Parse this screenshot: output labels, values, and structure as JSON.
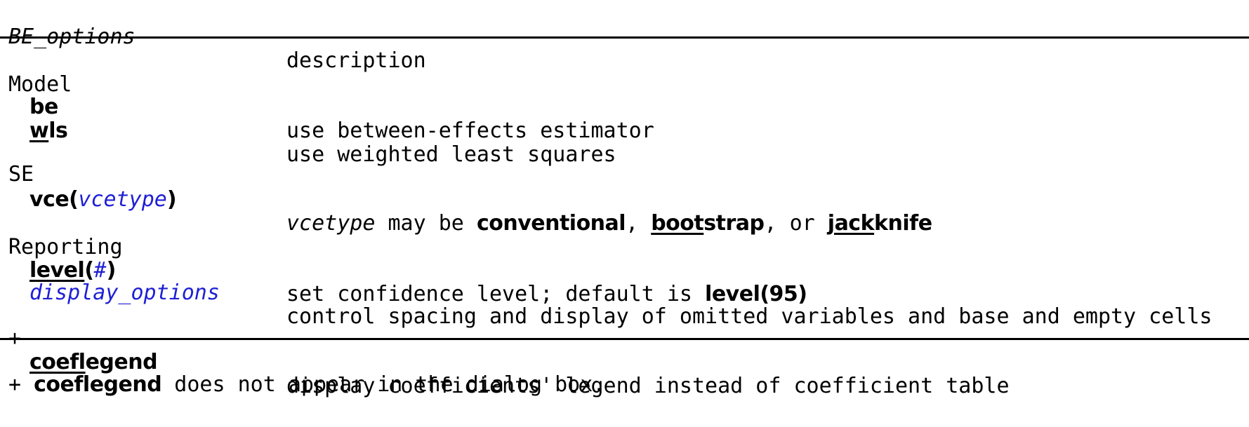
{
  "header": {
    "col1": "BE_options",
    "col2": "description"
  },
  "sections": {
    "model": {
      "title": "Model",
      "be": {
        "opt": "be",
        "desc": "use between-effects estimator"
      },
      "wls": {
        "opt_u": "w",
        "opt_rest": "ls",
        "desc": "use weighted least squares"
      }
    },
    "se": {
      "title": "SE",
      "vce": {
        "opt_name": "vce(",
        "opt_arg": "vcetype",
        "opt_close": ")",
        "desc_arg": "vcetype",
        "desc_mid": " may be ",
        "desc_conv": "conventional",
        "desc_comma1": ", ",
        "desc_boot_u": "boot",
        "desc_boot_rest": "strap",
        "desc_or": ", or ",
        "desc_jack_u": "jack",
        "desc_jack_rest": "knife"
      }
    },
    "reporting": {
      "title": "Reporting",
      "level": {
        "opt_u": "level",
        "opt_paren_open": "(",
        "opt_arg": "#",
        "opt_paren_close": ")",
        "desc_text": "set confidence level; default is ",
        "desc_default": "level(95)"
      },
      "display": {
        "opt": "display_options",
        "desc": "control spacing and display of omitted variables and base and empty cells"
      }
    },
    "coeflegend": {
      "plus": "+ ",
      "opt_u": "coefl",
      "opt_rest": "egend",
      "desc": "display coefficients' legend instead of coefficient table"
    }
  },
  "footnote": {
    "plus": "+ ",
    "opt": "coeflegend",
    "text": " does not appear in the dialog box."
  }
}
